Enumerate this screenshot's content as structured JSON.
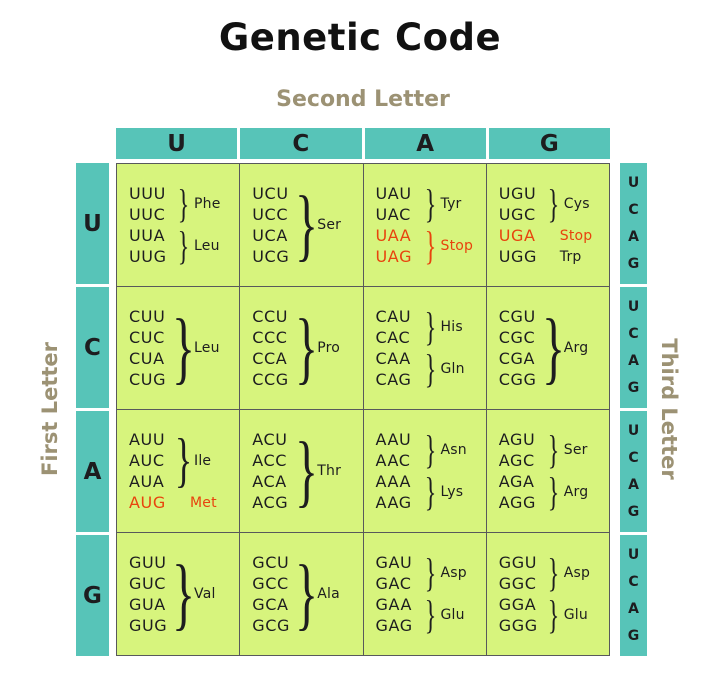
{
  "title": "Genetic Code",
  "axis_labels": {
    "second": "Second Letter",
    "first": "First Letter",
    "third": "Third Letter"
  },
  "header_letters": [
    "U",
    "C",
    "A",
    "G"
  ],
  "row_letters": [
    "U",
    "C",
    "A",
    "G"
  ],
  "third_letters": [
    "U",
    "C",
    "A",
    "G"
  ],
  "glyphs": {
    "brace": "}"
  },
  "colors": {
    "teal": "#57c4b8",
    "cell_green": "#d7f47d",
    "highlight_red": "#e8430d",
    "label_olive": "#9c9274",
    "text_dark": "#1d1d1f",
    "grid_border": "#58595b",
    "background": "#ffffff"
  },
  "grid": [
    [
      {
        "groups": [
          {
            "codons": [
              "UUU",
              "UUC"
            ],
            "amino": "Phe",
            "brace": true,
            "red": false
          },
          {
            "codons": [
              "UUA",
              "UUG"
            ],
            "amino": "Leu",
            "brace": true,
            "red": false
          }
        ]
      },
      {
        "groups": [
          {
            "codons": [
              "UCU",
              "UCC",
              "UCA",
              "UCG"
            ],
            "amino": "Ser",
            "brace": true,
            "red": false
          }
        ]
      },
      {
        "groups": [
          {
            "codons": [
              "UAU",
              "UAC"
            ],
            "amino": "Tyr",
            "brace": true,
            "red": false
          },
          {
            "codons": [
              "UAA",
              "UAG"
            ],
            "amino": "Stop",
            "brace": true,
            "red": true
          }
        ]
      },
      {
        "groups": [
          {
            "codons": [
              "UGU",
              "UGC"
            ],
            "amino": "Cys",
            "brace": true,
            "red": false
          },
          {
            "codons": [
              "UGA"
            ],
            "amino": "Stop",
            "brace": false,
            "red": true
          },
          {
            "codons": [
              "UGG"
            ],
            "amino": "Trp",
            "brace": false,
            "red": false
          }
        ]
      }
    ],
    [
      {
        "groups": [
          {
            "codons": [
              "CUU",
              "CUC",
              "CUA",
              "CUG"
            ],
            "amino": "Leu",
            "brace": true,
            "red": false
          }
        ]
      },
      {
        "groups": [
          {
            "codons": [
              "CCU",
              "CCC",
              "CCA",
              "CCG"
            ],
            "amino": "Pro",
            "brace": true,
            "red": false
          }
        ]
      },
      {
        "groups": [
          {
            "codons": [
              "CAU",
              "CAC"
            ],
            "amino": "His",
            "brace": true,
            "red": false
          },
          {
            "codons": [
              "CAA",
              "CAG"
            ],
            "amino": "Gln",
            "brace": true,
            "red": false
          }
        ]
      },
      {
        "groups": [
          {
            "codons": [
              "CGU",
              "CGC",
              "CGA",
              "CGG"
            ],
            "amino": "Arg",
            "brace": true,
            "red": false
          }
        ]
      }
    ],
    [
      {
        "groups": [
          {
            "codons": [
              "AUU",
              "AUC",
              "AUA"
            ],
            "amino": "Ile",
            "brace": true,
            "red": false
          },
          {
            "codons": [
              "AUG"
            ],
            "amino": "Met",
            "brace": false,
            "red": true
          }
        ]
      },
      {
        "groups": [
          {
            "codons": [
              "ACU",
              "ACC",
              "ACA",
              "ACG"
            ],
            "amino": "Thr",
            "brace": true,
            "red": false
          }
        ]
      },
      {
        "groups": [
          {
            "codons": [
              "AAU",
              "AAC"
            ],
            "amino": "Asn",
            "brace": true,
            "red": false
          },
          {
            "codons": [
              "AAA",
              "AAG"
            ],
            "amino": "Lys",
            "brace": true,
            "red": false
          }
        ]
      },
      {
        "groups": [
          {
            "codons": [
              "AGU",
              "AGC"
            ],
            "amino": "Ser",
            "brace": true,
            "red": false
          },
          {
            "codons": [
              "AGA",
              "AGG"
            ],
            "amino": "Arg",
            "brace": true,
            "red": false
          }
        ]
      }
    ],
    [
      {
        "groups": [
          {
            "codons": [
              "GUU",
              "GUC",
              "GUA",
              "GUG"
            ],
            "amino": "Val",
            "brace": true,
            "red": false
          }
        ]
      },
      {
        "groups": [
          {
            "codons": [
              "GCU",
              "GCC",
              "GCA",
              "GCG"
            ],
            "amino": "Ala",
            "brace": true,
            "red": false
          }
        ]
      },
      {
        "groups": [
          {
            "codons": [
              "GAU",
              "GAC"
            ],
            "amino": "Asp",
            "brace": true,
            "red": false
          },
          {
            "codons": [
              "GAA",
              "GAG"
            ],
            "amino": "Glu",
            "brace": true,
            "red": false
          }
        ]
      },
      {
        "groups": [
          {
            "codons": [
              "GGU",
              "GGC"
            ],
            "amino": "Asp",
            "brace": true,
            "red": false
          },
          {
            "codons": [
              "GGA",
              "GGG"
            ],
            "amino": "Glu",
            "brace": true,
            "red": false
          }
        ]
      }
    ]
  ]
}
